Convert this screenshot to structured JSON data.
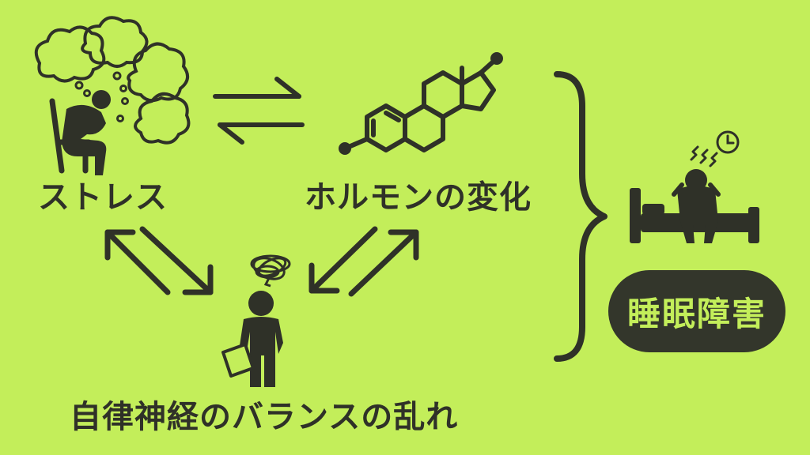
{
  "nodes": {
    "stress": "ストレス",
    "hormone": "ホルモンの変化",
    "autonomic": "自律神経のバランスの乱れ"
  },
  "result": "睡眠障害",
  "colors": {
    "background": "#c3ee5a",
    "ink": "#2f3128",
    "badge_bg": "#33362b",
    "badge_text": "#c3ee5a"
  },
  "icons": [
    "thinking-person-icon",
    "steroid-molecule-icon",
    "confused-person-icon",
    "insomnia-bed-icon",
    "clock-icon"
  ]
}
